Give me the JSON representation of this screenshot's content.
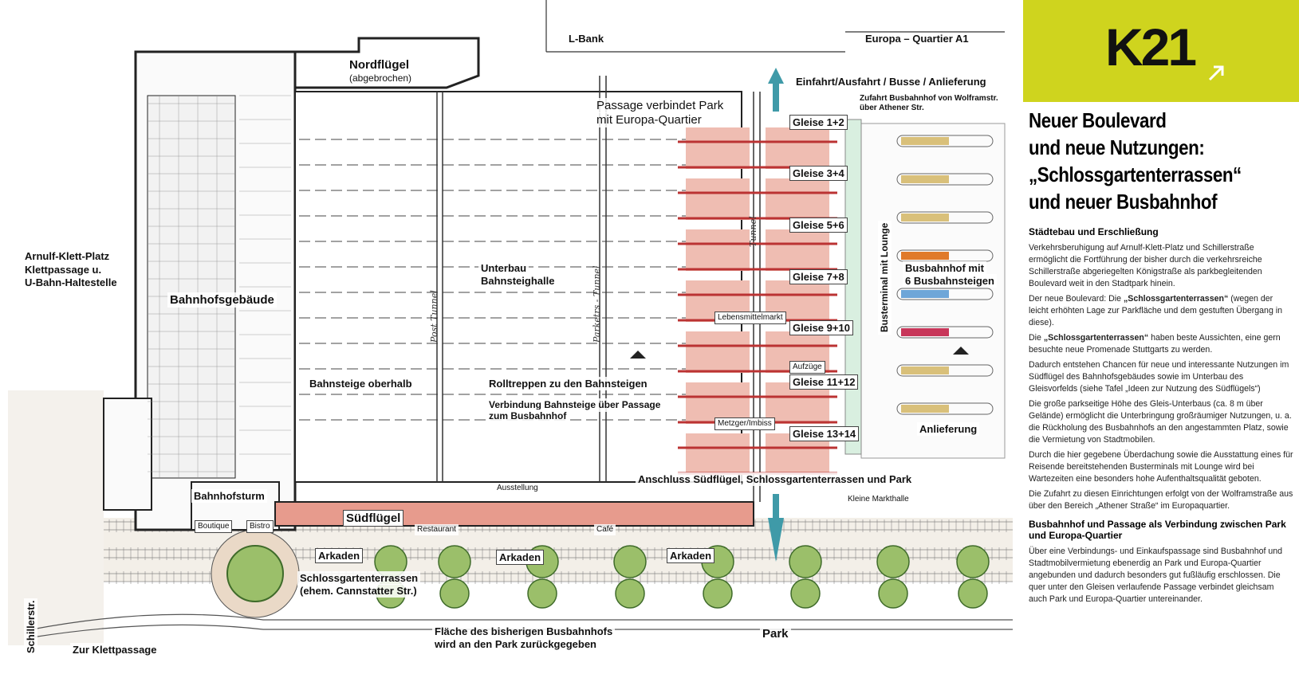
{
  "plan": {
    "labels": {
      "lbank": "L-Bank",
      "europa_quartier": "Europa – Quartier A1",
      "nordfluegel": "Nordflügel",
      "nordfluegel_sub": "(abgebrochen)",
      "einfahrt": "Einfahrt/Ausfahrt / Busse / Anlieferung",
      "zufahrt_1": "Zufahrt Busbahnhof von Wolframstr.",
      "zufahrt_2": "über Athener Str.",
      "passage_1": "Passage verbindet Park",
      "passage_2": "mit Europa-Quartier",
      "gleise_1_2": "Gleise 1+2",
      "gleise_3_4": "Gleise 3+4",
      "gleise_5_6": "Gleise 5+6",
      "gleise_7_8": "Gleise 7+8",
      "gleise_9_10": "Gleise 9+10",
      "gleise_11_12": "Gleise 11+12",
      "gleise_13_14": "Gleise 13+14",
      "arnulf_1": "Arnulf-Klett-Platz",
      "arnulf_2": "Klettpassage u.",
      "arnulf_3": "U-Bahn-Haltestelle",
      "bahnhofsgebaeude": "Bahnhofsgebäude",
      "unterbau_1": "Unterbau",
      "unterbau_2": "Bahnsteighalle",
      "busbahnhof_1": "Busbahnhof mit",
      "busbahnhof_2": "6 Busbahnsteigen",
      "busterminal": "Busterminal mit Lounge",
      "lebensmittelmarkt": "Lebensmittelmarkt",
      "aufzuege": "Aufzüge",
      "metzger": "Metzger/Imbiss",
      "bahnsteige_oberhalb": "Bahnsteige oberhalb",
      "rolltreppen": "Rolltreppen zu den Bahnsteigen",
      "verbindung_1": "Verbindung Bahnsteige über Passage",
      "verbindung_2": "zum Busbahnhof",
      "anlieferung": "Anlieferung",
      "anschluss": "Anschluss Südflügel, Schlossgartenterrassen und Park",
      "ausstellung": "Ausstellung",
      "kleine_markthalle": "Kleine Markthalle",
      "bahnhofsturm": "Bahnhofsturm",
      "boutique": "Boutique",
      "bistro": "Bistro",
      "suedfluegel": "Südflügel",
      "restaurant": "Restaurant",
      "cafe": "Café",
      "arkaden_1": "Arkaden",
      "arkaden_2": "Arkaden",
      "arkaden_3": "Arkaden",
      "terrassen_1": "Schlossgartenterrassen",
      "terrassen_2": "(ehem. Cannstatter Str.)",
      "flaeche_1": "Fläche des bisherigen Busbahnhofs",
      "flaeche_2": "wird an den Park zurückgegeben",
      "park": "Park",
      "schillerstr": "Schillerstr.",
      "zur_klettpassage": "Zur Klettpassage",
      "hand_posttunnel": "Post Tunnel",
      "hand_parkettunnel": "Parketrs - Tunnel",
      "hand_tunnel": "Tunnel"
    }
  },
  "panel": {
    "logo": "K21",
    "accent_color": "#cfd41e",
    "arrow_icon": "diagonal-arrow-icon",
    "headline": [
      "Neuer Boulevard",
      "und neue Nutzungen:",
      "„Schlossgartenterrassen“",
      "und neuer Busbahnhof"
    ],
    "section1_title": "Städtebau und Erschließung",
    "p1": "Verkehrsberuhigung auf Arnulf-Klett-Platz und Schillerstraße ermöglicht die Fortführung der bisher durch die verkehrsreiche Schillerstraße abgeriegelten Königstraße als parkbegleitenden Boulevard weit in den Stadtpark hinein.",
    "p2_pre": "Der neue Boulevard: Die ",
    "p2_bold": "„Schlossgartenterrassen“",
    "p2_post": " (wegen der leicht erhöhten Lage zur Parkfläche und dem gestuften Übergang in diese).",
    "p3_pre": "Die ",
    "p3_bold": "„Schlossgartenterrassen“",
    "p3_post": " haben beste Aussichten, eine gern besuchte neue Promenade Stuttgarts zu werden.",
    "p4": "Dadurch entstehen Chancen für neue und interessante Nutzungen im Südflügel des Bahnhofsgebäudes sowie im Unterbau des Gleisvorfelds (siehe Tafel „Ideen zur Nutzung des Südflügels“)",
    "p5": "Die große parkseitige Höhe des Gleis-Unterbaus (ca. 8 m über Gelände) ermöglicht die Unterbringung großräumiger Nutzungen, u. a. die Rückholung des Busbahnhofs an den angestammten Platz, sowie die Vermietung von Stadtmobilen.",
    "p6": "Durch die hier gegebene Überdachung sowie die Ausstattung eines für Reisende bereitstehenden Busterminals mit Lounge wird bei Wartezeiten eine besonders hohe Aufenthaltsqualität geboten.",
    "p7": "Die Zufahrt zu diesen Einrichtungen erfolgt von der Wolframstraße aus über den Bereich „Athener Straße“ im Europaquartier.",
    "section2_title": "Busbahnhof und Passage als Verbindung zwischen Park und Europa-Quartier",
    "p8": "Über eine Verbindungs- und Einkaufspassage sind Busbahnhof und Stadtmobilvermietung ebenerdig an Park und Europa-Quartier angebunden und dadurch besonders gut fußläufig erschlossen. Die quer unter den Gleisen verlaufende Passage verbindet gleichsam auch Park und Europa-Quartier untereinander."
  }
}
